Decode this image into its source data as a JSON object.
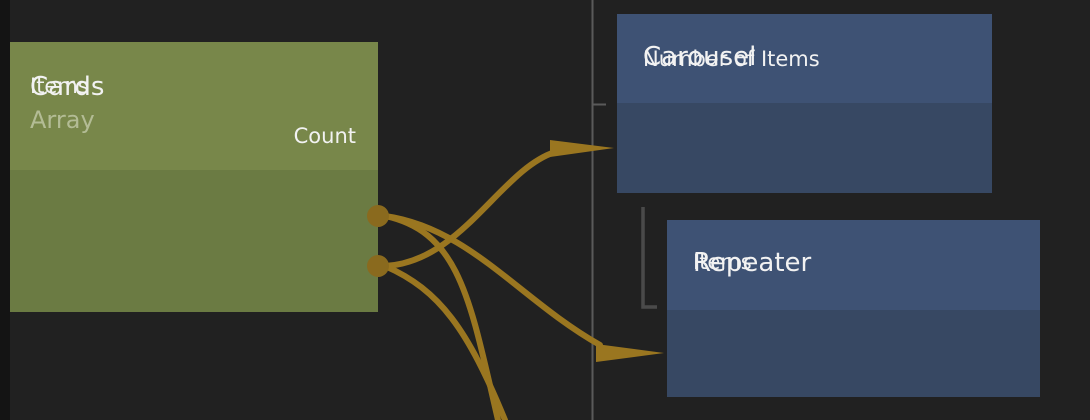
{
  "canvas": {
    "background_color": "#212121",
    "gutter_color": "#141414",
    "wire_color": "#9a7620",
    "port_color": "#8a6a1e",
    "guide_color": "#5a5a5a"
  },
  "nodes": [
    {
      "id": "cards",
      "title": "Cards",
      "subtitle": "Array",
      "header_color": "#78874a",
      "body_color": "#6b7b43",
      "outputs": [
        {
          "label": "Items",
          "align": "left"
        },
        {
          "label": "Count",
          "align": "right"
        }
      ]
    },
    {
      "id": "carousel",
      "title": "Carousel",
      "header_color": "#3e5274",
      "body_color": "#374863",
      "inputs": [
        {
          "label": "Number of Items"
        }
      ]
    },
    {
      "id": "repeater",
      "title": "Repeater",
      "header_color": "#3e5274",
      "body_color": "#374863",
      "inputs": [
        {
          "label": "Items"
        }
      ]
    }
  ],
  "connections": [
    {
      "from": "cards.Items",
      "to": "repeater.Items"
    },
    {
      "from": "cards.Count",
      "to": "carousel.Number of Items"
    },
    {
      "from": "cards.Items",
      "to": "offscreen-bottom"
    },
    {
      "from": "cards.Count",
      "to": "offscreen-bottom"
    }
  ]
}
